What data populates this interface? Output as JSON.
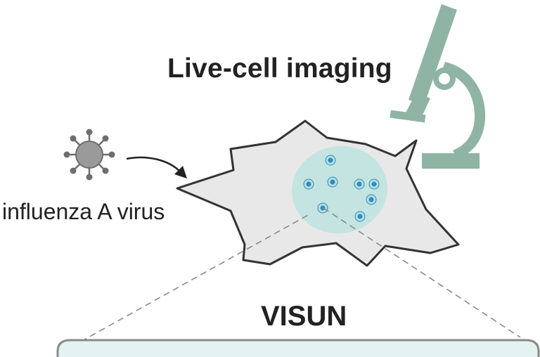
{
  "labels": {
    "title": "Live-cell imaging",
    "virus": "influenza A virus",
    "method": "VISUN"
  },
  "colors": {
    "microscope": "#8fb4a3",
    "cell_fill": "#e8e8e8",
    "cell_outline": "#333333",
    "nucleus": "#bfe3df",
    "particle": "#2a8fb8",
    "virus_body": "#9a9a9a",
    "panel": "#e4f3f1"
  },
  "icons": {
    "microscope": "microscope-icon",
    "virus": "virus-icon",
    "arrow": "curved-arrow-icon"
  }
}
